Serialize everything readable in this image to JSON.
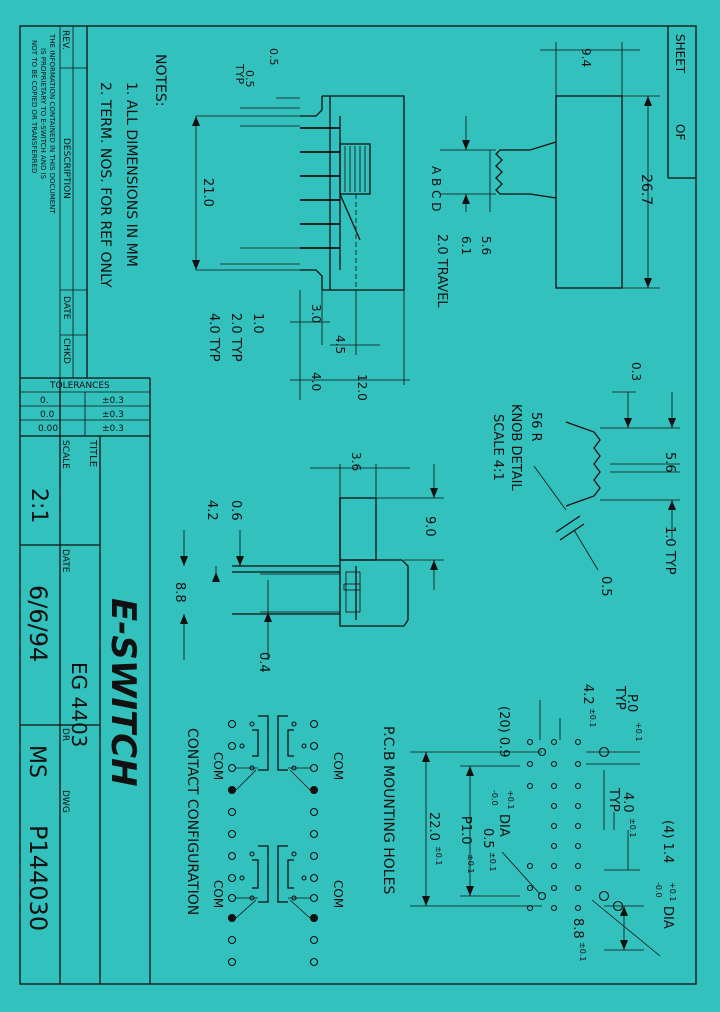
{
  "title_block": {
    "rev_label": "REV.",
    "description_label": "DESCRIPTION",
    "date_label": "DATE",
    "chkd_label": "CHKD",
    "disclaimer": [
      "THE INFORMATION CONTAINED IN THIS DOCUMENT",
      "IS PROPRIETARY TO E-SWITCH AND IS",
      "NOT TO BE COPIED OR TRANSFERRED"
    ],
    "tolerances_label": "TOLERANCES",
    "tolerances": [
      {
        "precision": "0.",
        "value": "±0.3"
      },
      {
        "precision": "0.0",
        "value": "±0.3"
      },
      {
        "precision": "0.00",
        "value": "±0.3"
      }
    ],
    "scale_label": "SCALE",
    "scale_value": "2:1",
    "date_label2": "DATE",
    "date_value": "6/6/94",
    "dr_label": "DR",
    "dr_value": "MS",
    "title_label": "TITLE",
    "title_value": "EG 4403",
    "dwg_label": "DWG",
    "dwg_value": "P144030",
    "sheet_label": "SHEET",
    "of_label": "OF",
    "logo": "E-SWITCH"
  },
  "notes": {
    "header": "NOTES:",
    "items": [
      "1. ALL DIMENSIONS IN MM",
      "2. TERM. NOS. FOR REF ONLY"
    ]
  },
  "side_view": {
    "dims": [
      "0.5",
      "0.5",
      "TYP",
      "21.0",
      "1.0",
      "2.0 TYP",
      "4.0 TYP",
      "3.0",
      "4.5",
      "4.0",
      "12.0"
    ]
  },
  "top_view": {
    "dims": [
      "9.4",
      "26.7",
      "5.6",
      "6.1",
      "2.0 TRAVEL"
    ],
    "positions": "A B C D"
  },
  "knob_detail": {
    "label1": "56 R",
    "label2": "KNOB DETAIL",
    "label3": "SCALE 4:1",
    "dims": [
      "0.3",
      "5.6",
      "1.0 TYP",
      "0.5"
    ]
  },
  "end_view": {
    "dims": [
      "3.6",
      "9.0",
      "0.6",
      "4.2",
      "8.8",
      "0.4"
    ]
  },
  "pcb": {
    "title": "P.C.B MOUNTING HOLES",
    "dims": [
      "P.0",
      "TYP",
      "4.2",
      "(20) 0.9",
      "DIA",
      "4.0",
      "TYP",
      "(4) 1.4",
      "DIA",
      "0.5",
      "P1.0",
      "22.0",
      "8.8"
    ],
    "tol_plus": "+0.1",
    "tol_minus": "-0.0",
    "tol_pm": "±0.1"
  },
  "contact": {
    "title": "CONTACT CONFIGURATION",
    "labels": [
      "COM",
      "COM",
      "COM",
      "COM"
    ]
  }
}
